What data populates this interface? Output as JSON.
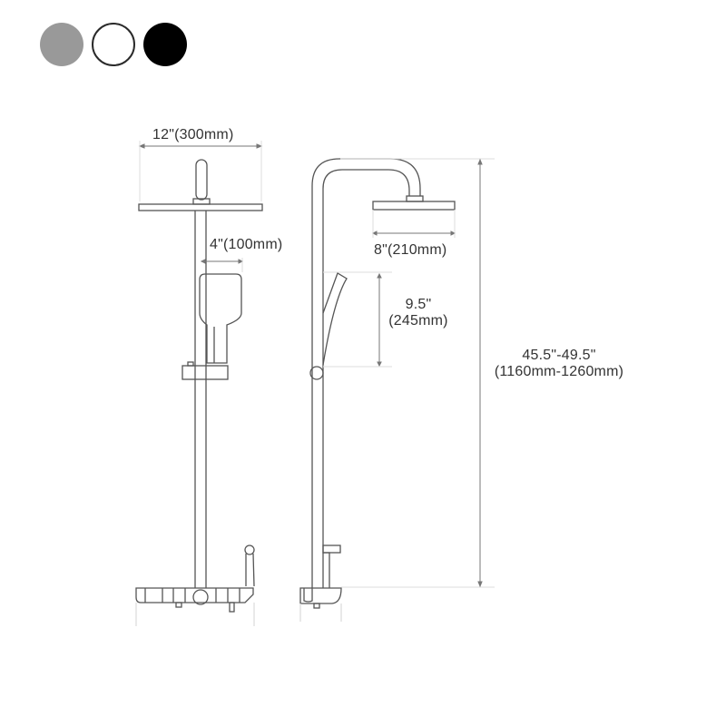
{
  "color_options": [
    {
      "name": "grey",
      "color": "#999999"
    },
    {
      "name": "white",
      "color": "#ffffff"
    },
    {
      "name": "black",
      "color": "#000000"
    }
  ],
  "dimensions": {
    "overhead_width": "12\"(300mm)",
    "handheld_width": "4\"(100mm)",
    "rain_head_width": "8\"(210mm)",
    "handheld_length_in": "9.5\"",
    "handheld_length_mm": "(245mm)",
    "height_range_in": "45.5\"-49.5\"",
    "height_range_mm": "(1160mm-1260mm)"
  },
  "colors": {
    "line": "#555555",
    "dim_line": "#777777",
    "guide": "#dddddd"
  }
}
